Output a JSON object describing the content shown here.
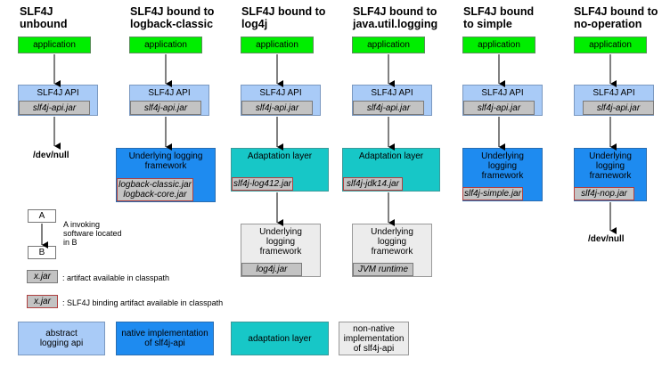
{
  "columns": [
    {
      "title": "SLF4J\nunbound",
      "app": "application",
      "api": "SLF4J API",
      "api_jar": "slf4j-api.jar",
      "end": "/dev/null"
    },
    {
      "title": "SLF4J bound to\nlogback-classic",
      "app": "application",
      "api": "SLF4J API",
      "api_jar": "slf4j-api.jar",
      "native": "Underlying logging\nframework",
      "jar1": "logback-classic.jar",
      "jar2": "logback-core.jar"
    },
    {
      "title": "SLF4J bound to\nlog4j",
      "app": "application",
      "api": "SLF4J API",
      "api_jar": "slf4j-api.jar",
      "adapt": "Adaptation layer",
      "adapt_jar": "slf4j-log412.jar",
      "nonnative": "Underlying\nlogging\nframework",
      "nonnative_jar": "log4j.jar"
    },
    {
      "title": "SLF4J bound to\njava.util.logging",
      "app": "application",
      "api": "SLF4J API",
      "api_jar": "slf4j-api.jar",
      "adapt": "Adaptation layer",
      "adapt_jar": "slf4j-jdk14.jar",
      "nonnative": "Underlying\nlogging\nframework",
      "nonnative_jar": "JVM runtime"
    },
    {
      "title": "SLF4J bound\nto simple",
      "app": "application",
      "api": "SLF4J API",
      "api_jar": "slf4j-api.jar",
      "native": "Underlying\nlogging\nframework",
      "native_jar": "slf4j-simple.jar"
    },
    {
      "title": "SLF4J bound to\nno-operation",
      "app": "application",
      "api": "SLF4J API",
      "api_jar": "slf4j-api.jar",
      "native": "Underlying\nlogging\nframework",
      "native_jar": "slf4j-nop.jar",
      "end": "/dev/null"
    }
  ],
  "key": {
    "a": "A",
    "b": "B",
    "invoking_note": "A invoking\nsoftware located\nin B",
    "jar_sample": "x.jar",
    "jar_note": ": artifact available in classpath",
    "binding_sample": "x.jar",
    "binding_note": ": SLF4J binding artifact available in classpath"
  },
  "legend": {
    "abstract": "abstract\nlogging api",
    "native": "native implementation\nof slf4j-api",
    "adaptation": "adaptation layer",
    "nonnative": "non-native\nimplementation\nof slf4j-api"
  },
  "colors": {
    "application": "#00ee00",
    "api": "#a9cbf7",
    "native": "#1e8bf0",
    "adaptation": "#17c7c7",
    "nonnative": "#ececec",
    "jar": "#c3c3c3",
    "binding_border": "#b04040"
  }
}
